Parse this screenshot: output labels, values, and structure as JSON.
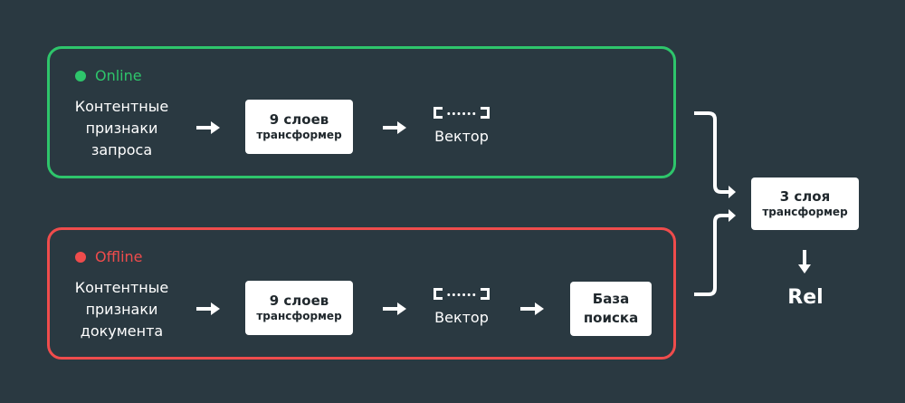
{
  "online": {
    "label": "Online",
    "features": [
      "Контентные",
      "признаки",
      "запроса"
    ],
    "transformer": {
      "title": "9 слоев",
      "subtitle": "трансформер"
    },
    "vector_label": "Вектор"
  },
  "offline": {
    "label": "Offline",
    "features": [
      "Контентные",
      "признаки",
      "документа"
    ],
    "transformer": {
      "title": "9 слоев",
      "subtitle": "трансформер"
    },
    "vector_label": "Вектор",
    "database": [
      "База",
      "поиска"
    ]
  },
  "final": {
    "transformer": {
      "title": "3 слоя",
      "subtitle": "трансформер"
    },
    "output": "Rel"
  },
  "colors": {
    "background": "#2a3941",
    "online": "#2ec56b",
    "offline": "#ef4c4c",
    "box": "#ffffff",
    "box_text": "#20282d"
  }
}
